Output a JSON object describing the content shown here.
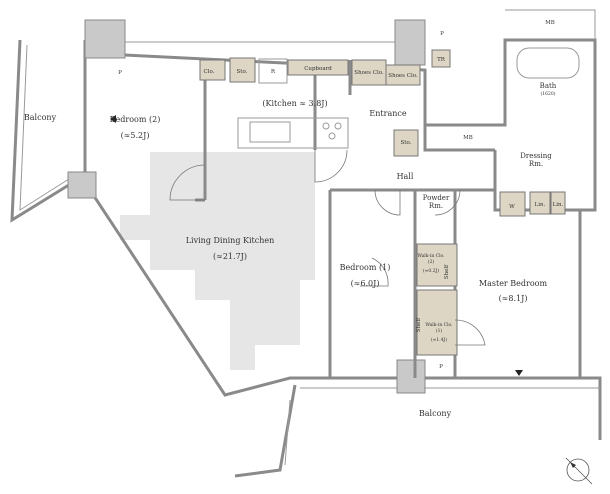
{
  "rooms": {
    "balcony_west": "Balcony",
    "balcony_south": "Balcony",
    "bedroom2": {
      "name": "Bedroom (2)",
      "area": "(≈5.2J)"
    },
    "kitchen": "(Kitchen ≈ 3.8J)",
    "ldk": {
      "name": "Living Dining Kitchen",
      "area": "(≈21.7J)"
    },
    "entrance": "Entrance",
    "hall": "Hall",
    "bedroom1": {
      "name": "Bedroom (1)",
      "area": "(≈6.0J)"
    },
    "master": {
      "name": "Master Bedroom",
      "area": "(≈8.1J)"
    },
    "powder": {
      "line1": "Powder",
      "line2": "Rm."
    },
    "bath": {
      "name": "Bath",
      "size": "(1620)"
    },
    "dressing": {
      "line1": "Dressing",
      "line2": "Rm."
    },
    "wic2": {
      "line1": "Walk-in Clo.",
      "line2": "(2)",
      "area": "(≈0.2J)"
    },
    "wic1": {
      "line1": "Walk-in Clo.",
      "line2": "(1)",
      "area": "(≈1.4J)"
    }
  },
  "fixtures": {
    "p": "P",
    "clo": "Clo.",
    "sto": "Sto.",
    "r": "R",
    "cupboard": "Cupboard",
    "shoes": "Shoes Clo.",
    "tr": "TR",
    "mb": "MB",
    "lin": "Lin.",
    "w": "W",
    "shelf": "Shelf"
  }
}
